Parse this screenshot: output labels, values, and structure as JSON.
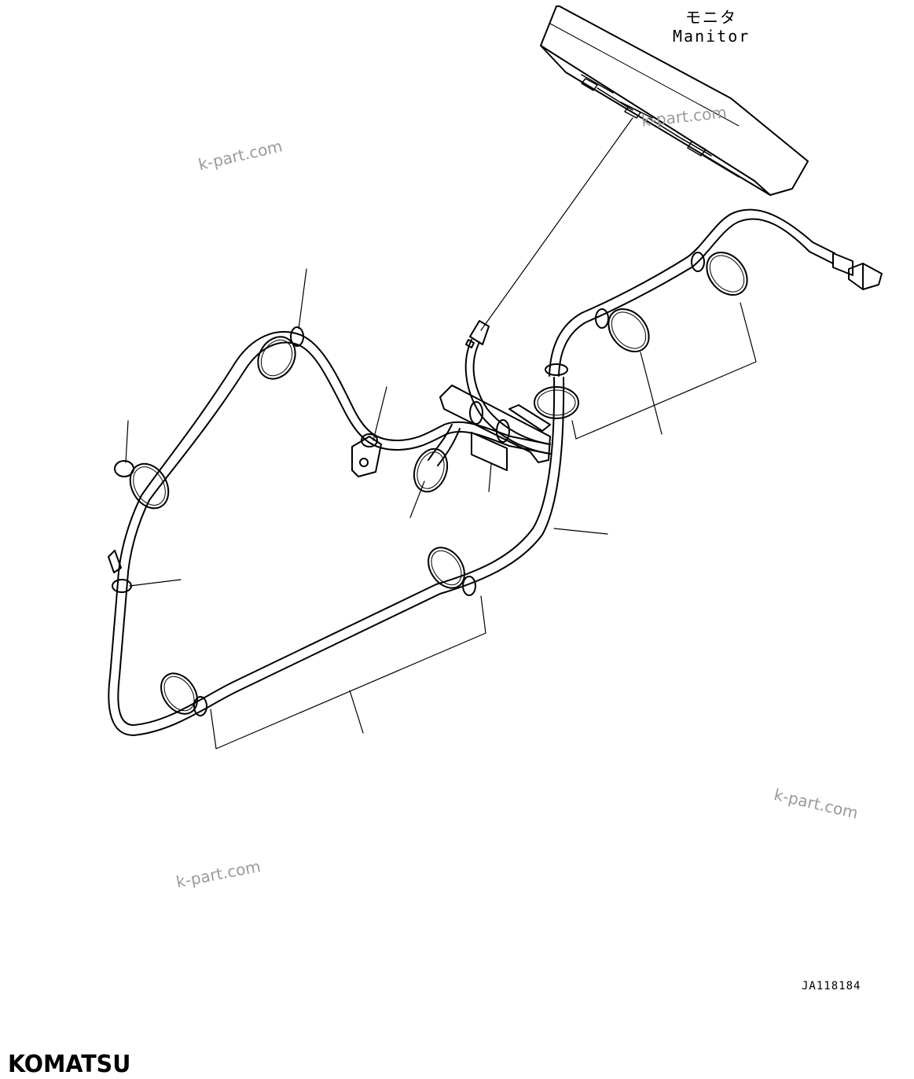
{
  "monitor": {
    "label_jp": "モニタ",
    "label_en": "Manitor"
  },
  "drawing_number": "JA118184",
  "watermark_text": "k-part.com",
  "brand_logo": "KOMATSU",
  "colors": {
    "line": "#000000",
    "watermark": "#9a9a9a",
    "background": "#ffffff"
  }
}
